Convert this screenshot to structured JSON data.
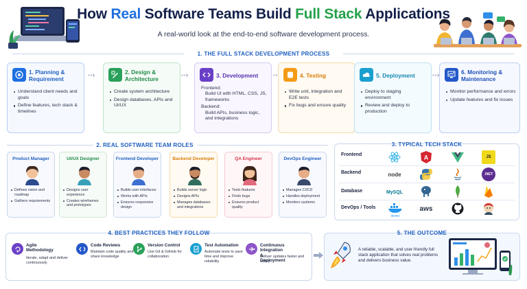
{
  "header": {
    "title_part1": "How ",
    "title_part2": "Real",
    "title_part3": " Software Teams Build ",
    "title_part4": "Full Stack",
    "title_part5": " Applications",
    "subtitle": "A real-world look at the end-to-end software development process."
  },
  "sections": {
    "process": "1. THE FULL STACK DEVELOPMENT PROCESS",
    "roles": "2. REAL SOFTWARE TEAM ROLES",
    "tech": "3. TYPICAL TECH STACK",
    "practices": "4.  BEST PRACTICES THEY FOLLOW",
    "outcome": "5. THE OUTCOME"
  },
  "process_steps": [
    {
      "title": "1. Planning & Requirement",
      "items": [
        "Understand client needs and goals",
        "Define features, tech stack & timelines"
      ]
    },
    {
      "title": "2. Design & Architecture",
      "items": [
        "Create system architecture",
        "Design databases, APIs and UI/UX"
      ]
    },
    {
      "title": "3. Development",
      "frontend_label": "Frontend:",
      "frontend_text": "Build UI with HTML, CSS, JS, frameworks",
      "backend_label": "Backend:",
      "backend_text": "Build APIs, business logic, and integrations"
    },
    {
      "title": "4. Testing",
      "items": [
        "Write unit, integration and E2E tests",
        "Fix bugs and ensure quality"
      ]
    },
    {
      "title": "5. Deployment",
      "items": [
        "Deploy to staging environment",
        "Review and deploy to production"
      ]
    },
    {
      "title": "6. Monitoring & Maintenance",
      "items": [
        "Monitor performance and errors",
        "Update features and fix issues"
      ]
    }
  ],
  "roles": [
    {
      "title": "Product Manager",
      "items": [
        "Defines vision and roadmap",
        "Gathers requirements"
      ]
    },
    {
      "title": "UI/UX Designer",
      "items": [
        "Designs user experience",
        "Creates wireframes and prototypes"
      ]
    },
    {
      "title": "Frontend Developer",
      "items": [
        "Builds user interfaces",
        "Works with APIs",
        "Ensures responsive design"
      ]
    },
    {
      "title": "Backend Developer",
      "items": [
        "Builds server logic",
        "Designs APIs",
        "Manages databases and integrations"
      ]
    },
    {
      "title": "QA Engineer",
      "items": [
        "Tests features",
        "Finds bugs",
        "Ensures product quality"
      ]
    },
    {
      "title": "DevOps Engineer",
      "items": [
        "Manages CI/CD",
        "Handles deployment",
        "Monitors systems"
      ]
    }
  ],
  "tech_stack": {
    "rows": [
      "Frontend",
      "Backend",
      "Database",
      "DevOps / Tools"
    ],
    "logos": {
      "frontend": [
        "react-icon",
        "angular-icon",
        "vue-icon",
        "js-icon"
      ],
      "backend": [
        "node-icon",
        "python-icon",
        "java-icon",
        "dotnet-icon"
      ],
      "database": [
        "mysql-icon",
        "postgresql-icon",
        "mongodb-icon",
        "firebase-icon"
      ],
      "devops": [
        "docker-icon",
        "aws-icon",
        "github-icon",
        "jenkins-icon"
      ]
    },
    "logo_text": {
      "js": "JS",
      "angular": "A",
      "node": "node",
      "dotnet": ".NET",
      "mysql": "MySQL",
      "docker": "docker",
      "aws": "aws"
    }
  },
  "practices": [
    {
      "title": "Agile\nMethodology",
      "desc": "Iterate, adapt and deliver continuously"
    },
    {
      "title": "Code Reviews",
      "desc": "Maintain code quality and share knowledge"
    },
    {
      "title": "Version Control",
      "desc": "Use Git & GitHub for collaboration"
    },
    {
      "title": "Test Automation",
      "desc": "Automate tests to save time and improve reliability"
    },
    {
      "title": "Continuous Integration\n& Deployment",
      "desc": "Deliver updates faster and safely"
    }
  ],
  "outcome": {
    "text": "A reliable, scalable, and user-friendly full stack application that solves real problems and delivers business value."
  },
  "colors": {
    "primary": "#1f6fe0",
    "green": "#23a04a",
    "step1": "#1f6fe0",
    "step2": "#2aa15a",
    "step3": "#6a3fc8",
    "step4": "#f39b16",
    "step5": "#1aa0cf",
    "step6": "#2458c8"
  }
}
